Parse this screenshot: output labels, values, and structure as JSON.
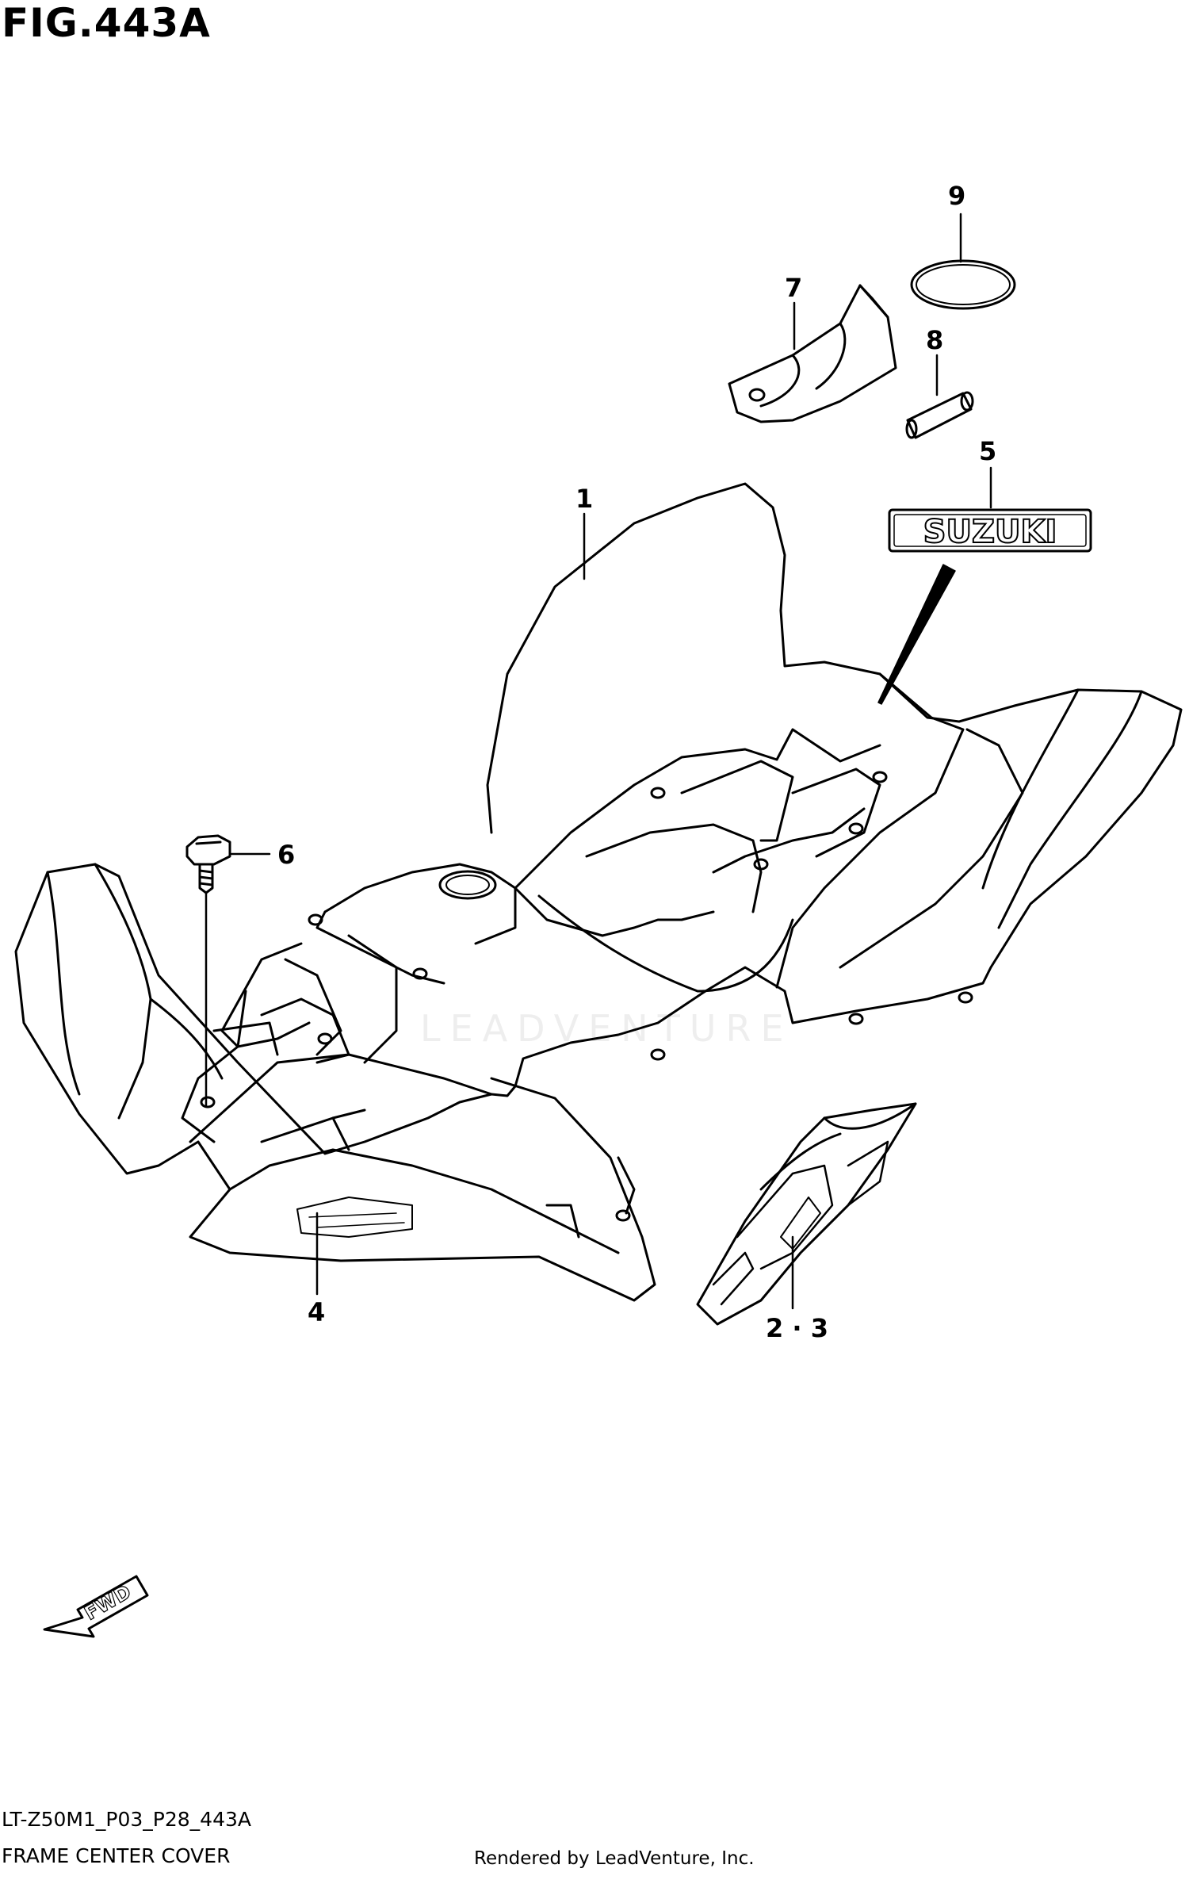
{
  "figure": {
    "title": "FIG.443A",
    "drawing_code": "LT-Z50M1_P03_P28_443A",
    "drawing_name": "FRAME CENTER COVER"
  },
  "callouts": {
    "item_1": "1",
    "item_2_3": "2 · 3",
    "item_4": "4",
    "item_5": "5",
    "item_6": "6",
    "item_7": "7",
    "item_8": "8",
    "item_9": "9"
  },
  "labels": {
    "emblem_text": "SUZUKI",
    "fwd_arrow_text": "FWD"
  },
  "watermark": "LEADVENTURE",
  "footer": {
    "credit": "Rendered by LeadVenture, Inc."
  }
}
